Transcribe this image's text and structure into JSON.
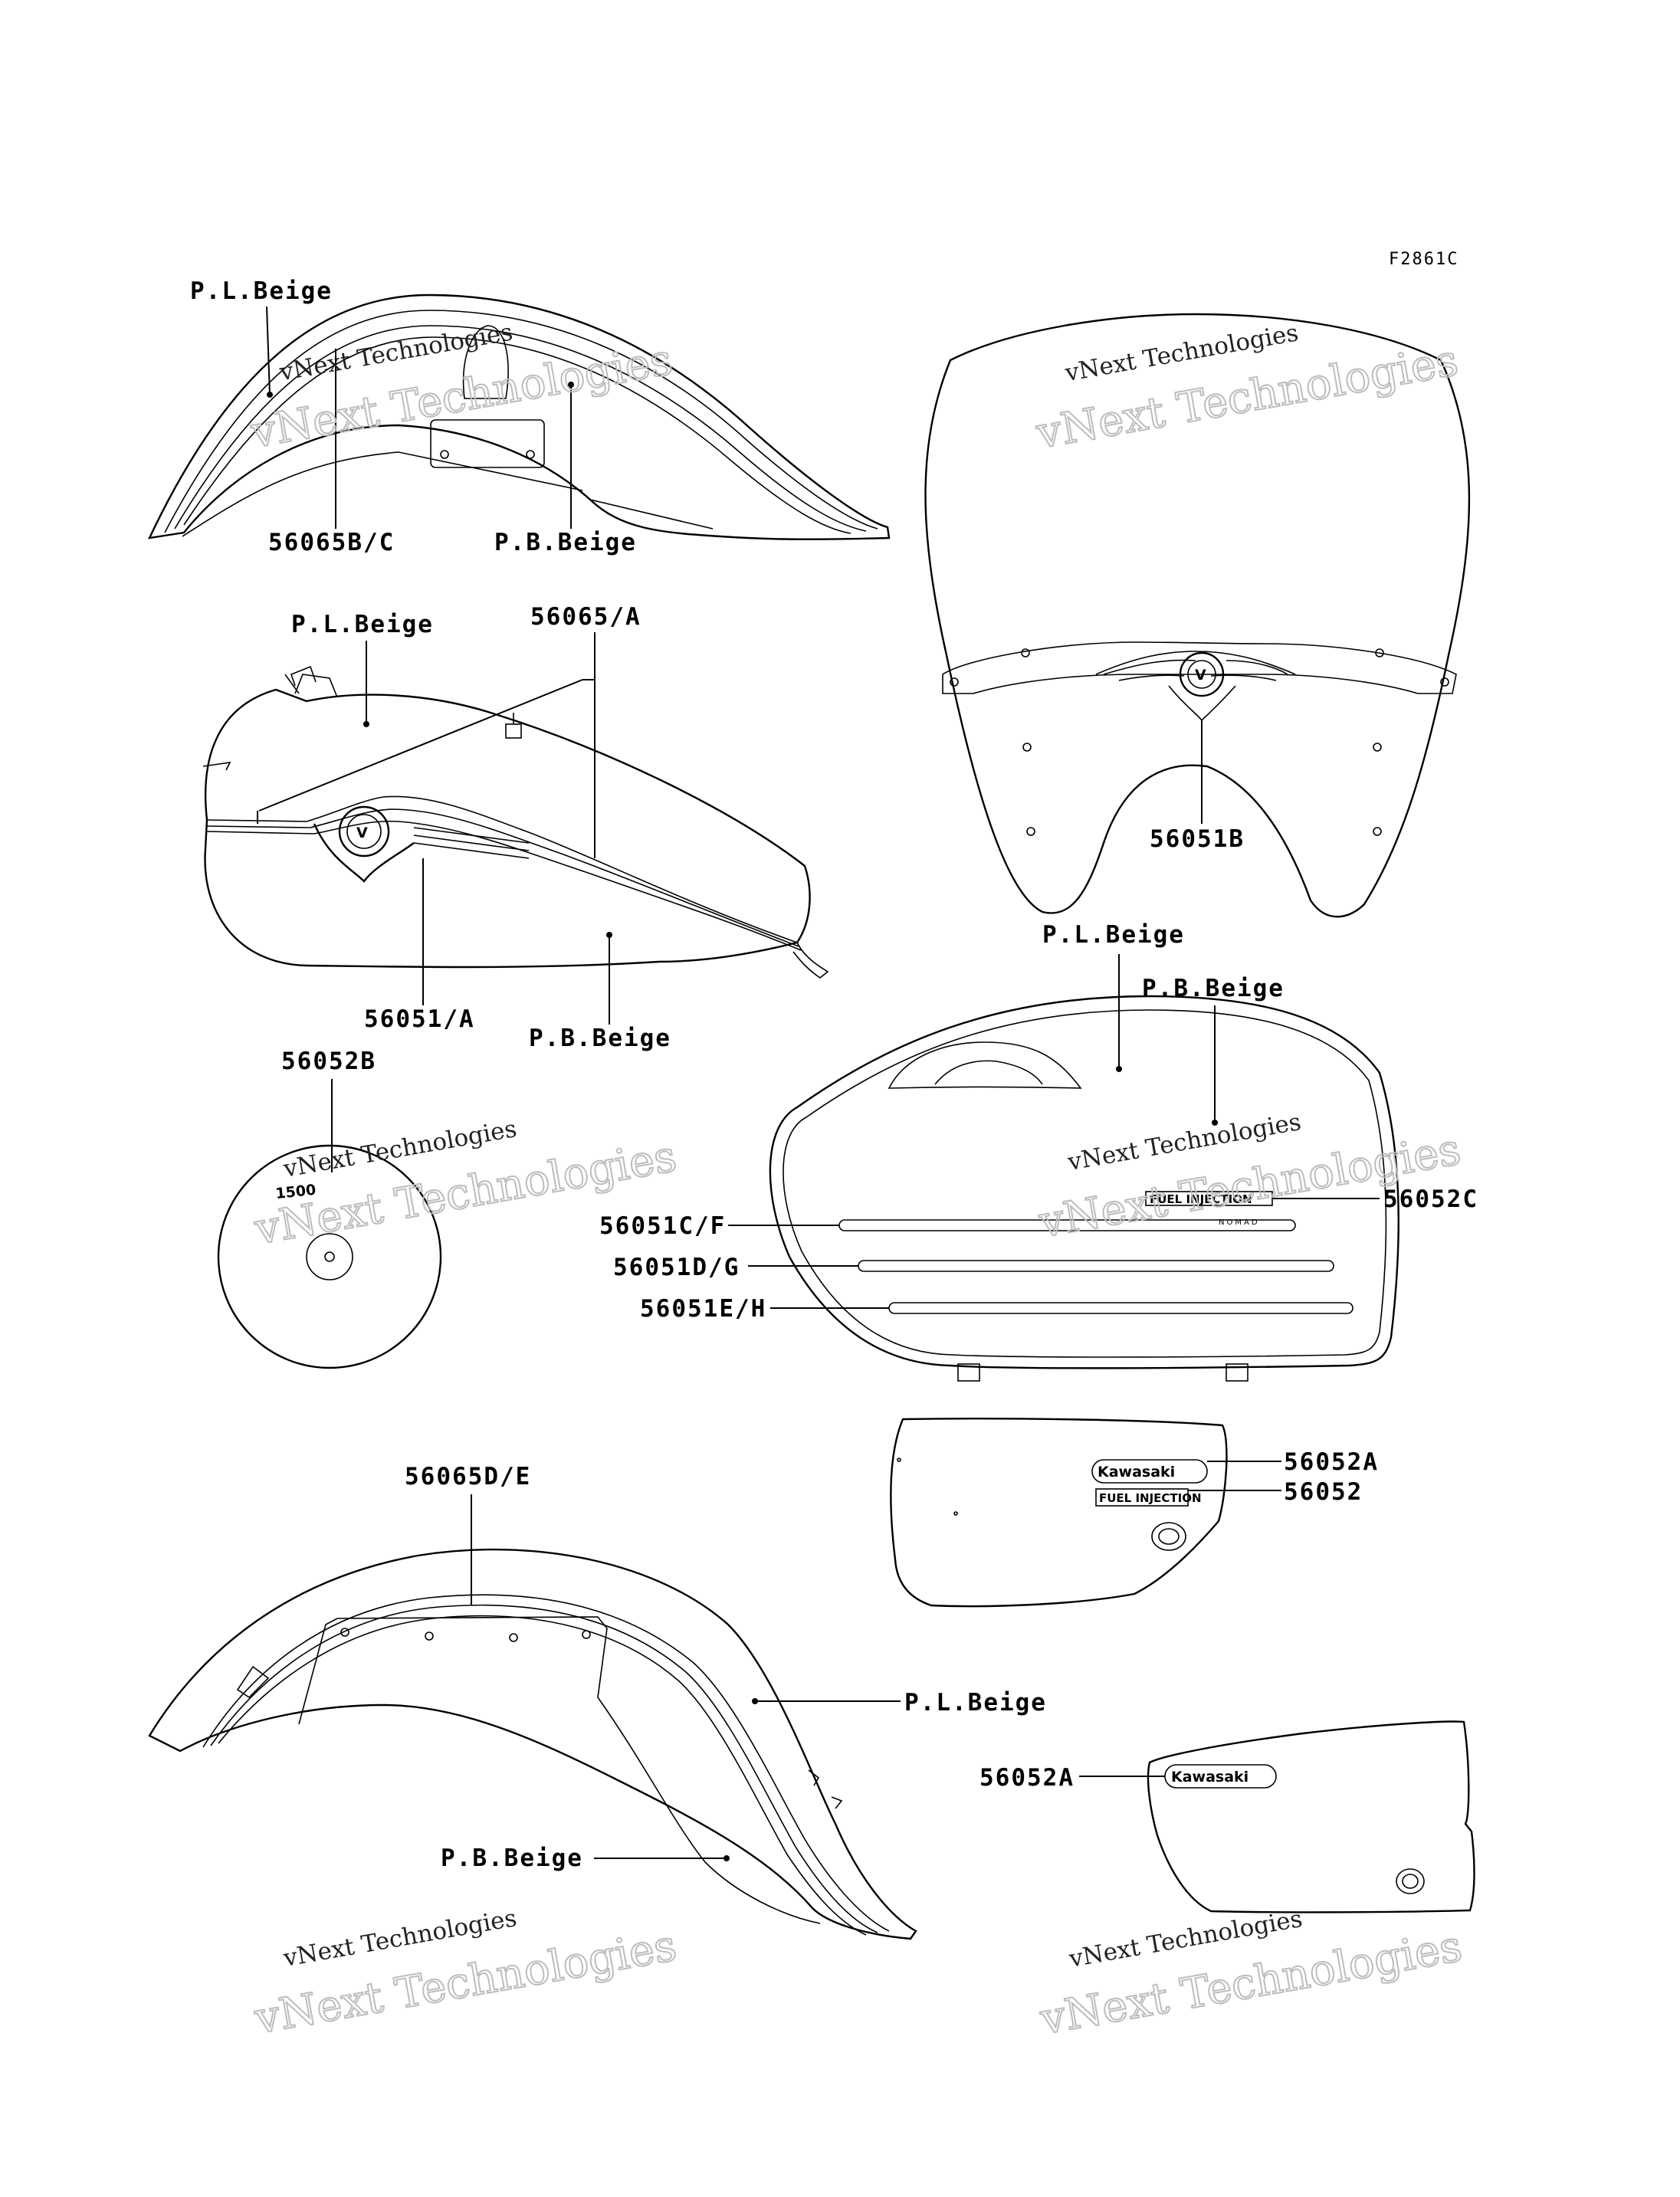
{
  "figure_code": "F2861C",
  "watermark": {
    "line1": "vNext Technologies",
    "line2": "vNext Technologies"
  },
  "labels": {
    "rf_pl": "P.L.Beige",
    "rf_code": "56065B/C",
    "rf_pb": "P.B.Beige",
    "tank_pl": "P.L.Beige",
    "tank_code": "56065/A",
    "tank_emblem": "56051/A",
    "tank_pb": "P.B.Beige",
    "shield": "56051B",
    "cover_code": "56052B",
    "bag_pl": "P.L.Beige",
    "bag_pb": "P.B.Beige",
    "bag_c": "56052C",
    "bag_stripe1": "56051C/F",
    "bag_stripe2": "56051D/G",
    "bag_stripe3": "56051E/H",
    "sc_r_a": "56052A",
    "sc_r_b": "56052",
    "ff_code": "56065D/E",
    "ff_pl": "P.L.Beige",
    "ff_pb": "P.B.Beige",
    "sc_l_a": "56052A"
  },
  "decals": {
    "kawasaki": "Kawasaki",
    "fuel_injection": "FUEL INJECTION",
    "nomad": "NOMAD",
    "displacement": "1500",
    "emblem_letter": "V"
  }
}
